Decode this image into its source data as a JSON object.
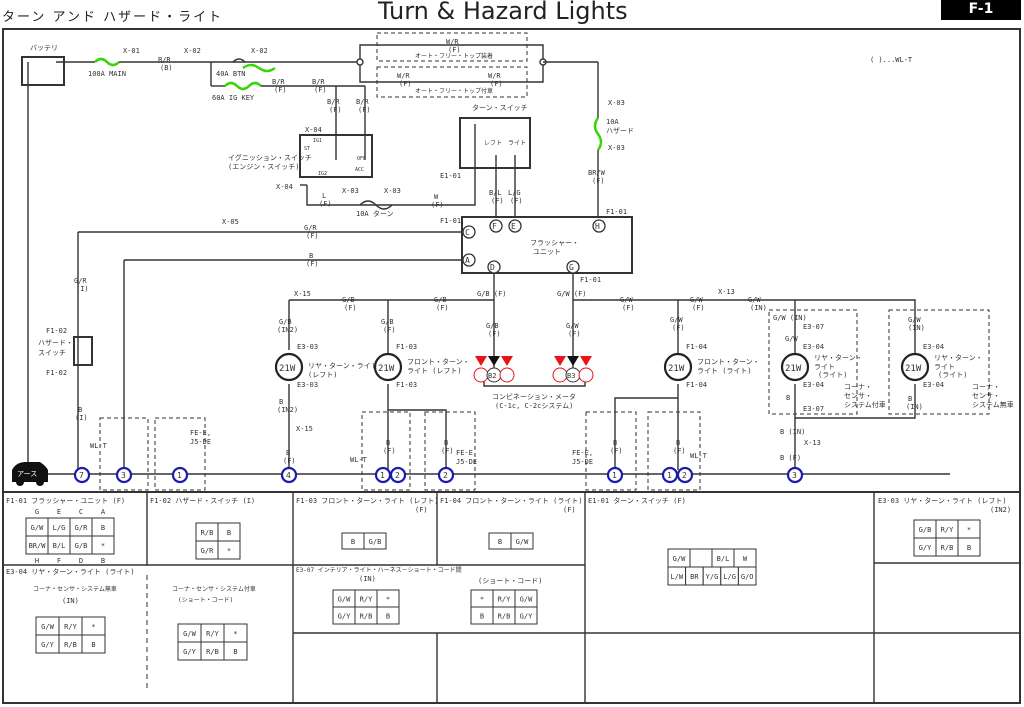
{
  "header": {
    "title_jp": "ターン アンド ハザード・ライト",
    "title_en": "Turn & Hazard Lights",
    "page_code": "F-1",
    "legend_note": "( )...WL-T"
  },
  "components": {
    "battery": "バッテリ",
    "fuse_main": "100A MAIN",
    "fuse_btn": "40A BTN",
    "fuse_ig": "60A IG KEY",
    "fuse_turn": "10A ターン",
    "fuse_hazard_amp": "10A",
    "fuse_hazard_name": "ハザード",
    "ignition_switch_1": "イグニッション・スイッチ",
    "ignition_switch_2": "(エンジン・スイッチ)",
    "ig_st": "ST",
    "ig_ig1": "IG1",
    "ig_ig2": "IG2",
    "ig_off": "OFF",
    "ig_acc": "ACC",
    "turn_switch": "ターン・スイッチ",
    "turn_left": "レフト",
    "turn_right": "ライト",
    "flasher_1": "フラッシャー・",
    "flasher_2": "ユニット",
    "hazard_switch_1": "ハザード・",
    "hazard_switch_2": "スイッチ",
    "auto_free_top_1": "オート・フリー・トップ装着",
    "auto_free_top_2": "オート・フリー・トップ付車",
    "rear_left_1": "リヤ・ターン・ライト",
    "rear_left_2": "(レフト)",
    "front_left_1": "フロント・ターン・",
    "front_left_2": "ライト (レフト)",
    "front_right_1": "フロント・ターン・",
    "front_right_2": "ライト (ライト)",
    "rear_right_1": "リヤ・ターン・",
    "rear_right_2": "ライト",
    "rear_right_3": "(ライト)",
    "corner_with_1": "コーナ・",
    "corner_with_2": "センサ・",
    "corner_with_3": "システム付車",
    "corner_without_3": "システム無車",
    "combo_meter_1": "コンビネーション・メータ",
    "combo_meter_2": "(C-1c, C-2cシステム)",
    "bulb": "21W",
    "meter_pin_b2": "B2",
    "meter_pin_b3": "B3",
    "ground": "アース",
    "variant_wlt": "WL-T",
    "variant_fe_1": "FE-E,",
    "variant_fe_2": "J5-DE"
  },
  "connectors": {
    "x01": "X-01",
    "x02": "X-02",
    "x03": "X-03",
    "x04": "X-04",
    "x05": "X-05",
    "x13": "X-13",
    "x15": "X-15",
    "e101": "E1-01",
    "f101": "F1-01",
    "f102": "F1-02",
    "f103": "F1-03",
    "f104": "F1-04",
    "e303": "E3-03",
    "e304": "E3-04",
    "e307": "E3-07"
  },
  "wires": {
    "br": "B/R",
    "b_paren": "(B)",
    "f": "(F)",
    "i": "(I)",
    "in": "(IN)",
    "in2": "(IN2)",
    "wr": "W/R",
    "l": "L",
    "w": "W",
    "bl": "B/L",
    "lg": "L/G",
    "brw": "BR/W",
    "gr": "G/R",
    "b": "B",
    "gb": "G/B",
    "gw": "G/W",
    "gb_f": "G/B (F)",
    "gw_f": "G/W (F)",
    "gw_in": "G/W (IN)",
    "b_in": "B (IN)",
    "b_f": "B (F)"
  },
  "flasher_pins": [
    "C",
    "A",
    "F",
    "E",
    "H",
    "D",
    "G"
  ],
  "ground_points": [
    "7",
    "3",
    "1",
    "4",
    "1",
    "2",
    "2",
    "1",
    "1",
    "2",
    "3"
  ],
  "panels": [
    {
      "title": "F1-01 フラッシャー・ユニット (F)",
      "top_labels": [
        "G",
        "E",
        "C",
        "A"
      ],
      "bottom_labels": [
        "H",
        "F",
        "D",
        "B"
      ],
      "rows": [
        [
          "G/W",
          "L/G",
          "G/R",
          "B"
        ],
        [
          "BR/W",
          "B/L",
          "G/B",
          "*"
        ]
      ]
    },
    {
      "title": "F1-02 ハザード・スイッチ (I)",
      "rows": [
        [
          "R/B",
          "B"
        ],
        [
          "G/R",
          "*"
        ]
      ]
    },
    {
      "title": "F1-03 フロント・ターン・ライト (レフト)",
      "sub": "(F)",
      "rows": [
        [
          "B",
          "G/B"
        ]
      ]
    },
    {
      "title": "F1-04 フロント・ターン・ライト (ライト)",
      "sub": "(F)",
      "rows": [
        [
          "B",
          "G/W"
        ]
      ]
    },
    {
      "title": "E1-01 ターン・スイッチ (F)",
      "rows": [
        [
          "G/W",
          "",
          "B/L",
          "W"
        ],
        [
          "L/W",
          "BR",
          "Y/G",
          "L/G",
          "G/O"
        ]
      ]
    },
    {
      "title": "E3-03 リヤ・ターン・ライト (レフト)",
      "sub": "(IN2)",
      "rows": [
        [
          "G/B",
          "R/Y",
          "*"
        ],
        [
          "G/Y",
          "R/B",
          "B"
        ]
      ]
    },
    {
      "title": "E3-04 リヤ・ターン・ライト (ライト)",
      "left_caption_1": "コーナ・センサ・システム無車",
      "left_caption_2": "(IN)",
      "right_caption_1": "コーナ・センサ・システム付車",
      "right_caption_2": "(ショート・コード)",
      "rows": [
        [
          "G/W",
          "R/Y",
          "*"
        ],
        [
          "G/Y",
          "R/B",
          "B"
        ]
      ]
    },
    {
      "title": "E3-07 インテリア・ライト・ハーネス－ショート・コード間",
      "left_caption": "(IN)",
      "right_caption": "(ショート・コード)",
      "rows": [
        [
          "G/W",
          "R/Y",
          "*"
        ],
        [
          "G/Y",
          "R/B",
          "B"
        ]
      ],
      "rows_right": [
        [
          "*",
          "R/Y",
          "G/W"
        ],
        [
          "B",
          "R/B",
          "G/Y"
        ]
      ]
    }
  ],
  "colors": {
    "fuse": "#39d40a",
    "meter": "#e8141a",
    "ground_ring": "#1c1caa",
    "line": "#333333"
  }
}
